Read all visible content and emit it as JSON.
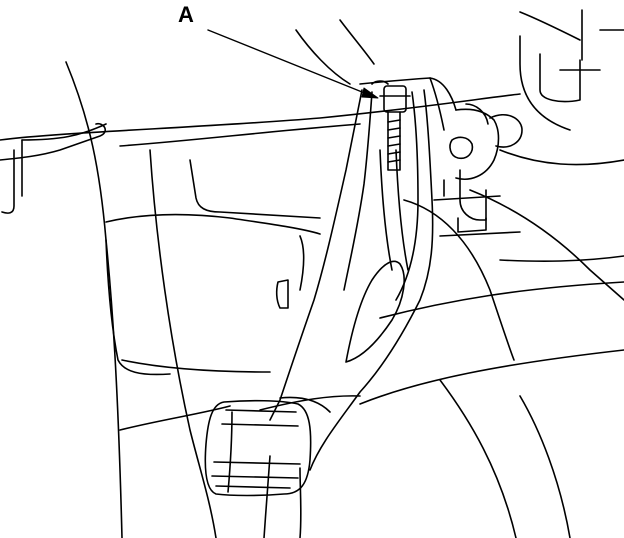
{
  "callout": {
    "label": "A"
  },
  "colors": {
    "line": "#000000",
    "background": "#ffffff"
  },
  "parts": [
    "brake-pedal-arm",
    "pedal-pad",
    "adjusting-bolt",
    "pivot-bracket",
    "floor-panel",
    "dashboard-trim"
  ]
}
